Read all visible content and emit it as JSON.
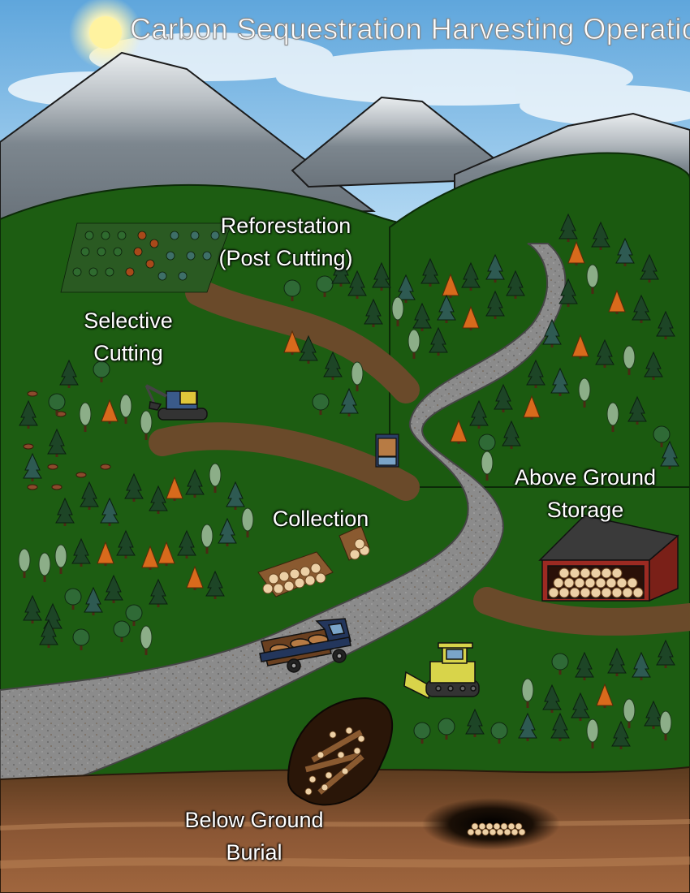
{
  "title": "Carbon Sequestration Harvesting Operation",
  "labels": {
    "reforestation_line1": "Reforestation",
    "reforestation_line2": "(Post Cutting)",
    "selective_line1": "Selective",
    "selective_line2": "Cutting",
    "collection": "Collection",
    "above_line1": "Above Ground",
    "above_line2": "Storage",
    "below_line1": "Below Ground",
    "below_line2": "Burial"
  },
  "colors": {
    "sky": "#8ec8ef",
    "mountain": "#7d8790",
    "snow": "#f2f4f5",
    "hill": "#1c5c10",
    "road": "#8a8a8a",
    "dirt": "#6b4a2a",
    "soil": "#7a4a2a",
    "log": "#e8c9a0",
    "shed": "#9c2a22",
    "conifer": "#173f22",
    "orange_tree": "#d46a1e",
    "deciduous": "#8fb08a",
    "truck_blue": "#23365c",
    "dozer_yellow": "#d8d44a"
  },
  "icons": [
    "sun-icon",
    "excavator-icon",
    "log-truck-icon",
    "flatbed-truck-icon",
    "bulldozer-icon",
    "storage-shed-icon",
    "log-pile-icon",
    "burial-pit-icon"
  ]
}
